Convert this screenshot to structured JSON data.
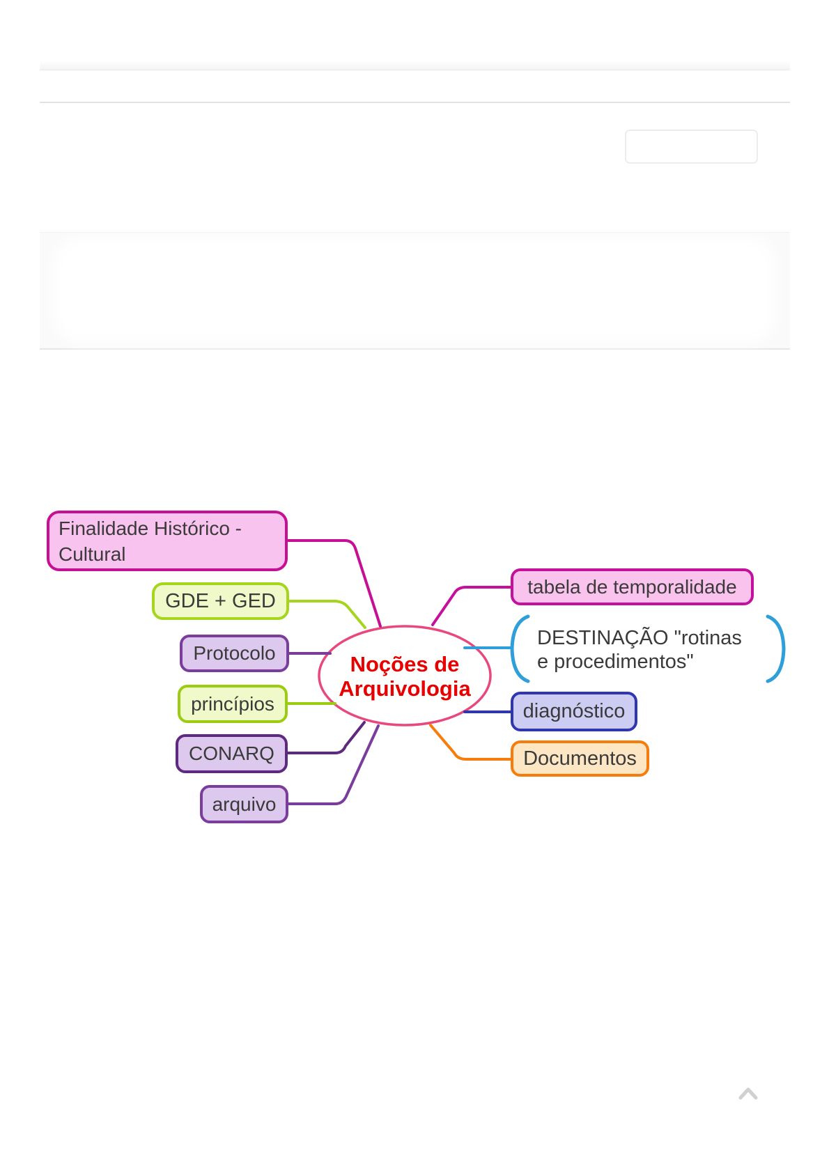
{
  "mindmap": {
    "center": {
      "line1": "Noções de",
      "line2": "Arquivologia",
      "text_color": "#e80000",
      "border_color": "#e8487c",
      "fill": "#ffffff"
    },
    "nodes": {
      "finalidade": {
        "line1": "Finalidade Histórico -",
        "line2": "Cultural",
        "border": "#c51094",
        "fill": "#f9c3ef"
      },
      "gde": {
        "label": "GDE + GED",
        "border": "#a5d51d",
        "fill": "#f0f9c9"
      },
      "protocolo": {
        "label": "Protocolo",
        "border": "#7b3d9b",
        "fill": "#ddc9ed"
      },
      "principios": {
        "label": "princípios",
        "border": "#9ccc12",
        "fill": "#eff9c9"
      },
      "conarq": {
        "label": "CONARQ",
        "border": "#5e2a80",
        "fill": "#ddc9ed"
      },
      "arquivo": {
        "label": "arquivo",
        "border": "#7b3d9b",
        "fill": "#ddc9ed"
      },
      "tabela": {
        "label": "tabela de temporalidade",
        "border": "#c5109b",
        "fill": "#f9c3ee"
      },
      "destinacao": {
        "line1": "DESTINAÇÃO \"rotinas",
        "line2": "e procedimentos\"",
        "bracket_color": "#2e9fd9"
      },
      "diagnostico": {
        "label": "diagnóstico",
        "border": "#3036ae",
        "fill": "#cdcdf3"
      },
      "documentos": {
        "label": "Documentos",
        "border": "#f67d0c",
        "fill": "#fce6c4"
      }
    }
  },
  "icons": {
    "scroll_top": "chevron-up",
    "chevron_color": "#d0d0d0"
  }
}
